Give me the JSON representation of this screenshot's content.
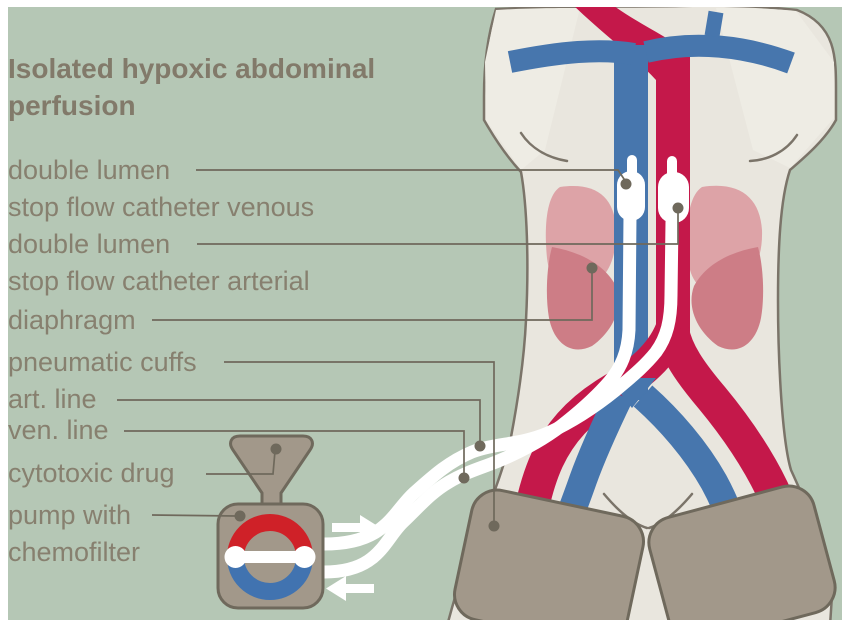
{
  "figure": {
    "name": "isolated-hypoxic-abdominal-perfusion-diagram",
    "kind": "medical illustration, posterior torso view with perfusion circuit"
  },
  "title": {
    "line1": "Isolated hypoxic abdominal",
    "line2": "perfusion"
  },
  "labels": [
    {
      "name": "stop-flow-catheter-venous",
      "lines": [
        "double lumen",
        "stop flow catheter venous"
      ]
    },
    {
      "name": "stop-flow-catheter-arterial",
      "lines": [
        "double lumen",
        "stop flow catheter arterial"
      ]
    },
    {
      "name": "diaphragm",
      "lines": [
        "diaphragm"
      ]
    },
    {
      "name": "pneumatic-cuffs",
      "lines": [
        "pneumatic cuffs"
      ]
    },
    {
      "name": "arterial-line",
      "lines": [
        "art. line"
      ]
    },
    {
      "name": "venous-line",
      "lines": [
        "ven. line"
      ]
    },
    {
      "name": "cytotoxic-drug",
      "lines": [
        "cytotoxic drug"
      ]
    },
    {
      "name": "pump-with-chemofilter",
      "lines": [
        "pump with",
        "chemofilter"
      ]
    }
  ],
  "illustration_parts": {
    "torso": "posterior torso with legs",
    "vena_cava": "blue venous trunk with subclavian branches and iliac bifurcation",
    "aorta": "red arterial trunk with arch and iliac bifurcation",
    "diaphragm_lobes": "paired pink diaphragm lobes",
    "venous_balloon": "white double-lumen stop flow balloon in vena cava",
    "arterial_balloon": "white double-lumen stop flow balloon in aorta",
    "pneumatic_cuffs": "two gray thigh cuffs",
    "pump": "roller pump with chemofilter ring",
    "funnel": "cytotoxic drug reservoir funnel",
    "flow_arrows": [
      "flow-arrow-right",
      "flow-arrow-left"
    ]
  },
  "colors": {
    "background": "#b5c7b5",
    "body": "#e9e6de",
    "body_highlight": "#eeece4",
    "outline": "#7b7469",
    "vein_blue": "#4776ad",
    "artery_red": "#c4184a",
    "pump_red": "#cf2128",
    "pump_blue": "#4173b0",
    "pink_light": "#dda3a7",
    "pink_dark": "#cd7d86",
    "device_gray": "#a2988a",
    "device_stroke": "#6f695c",
    "text": "#87806f",
    "title_text": "#827a6a",
    "line": "#6f695c",
    "tube_white": "#ffffff"
  }
}
